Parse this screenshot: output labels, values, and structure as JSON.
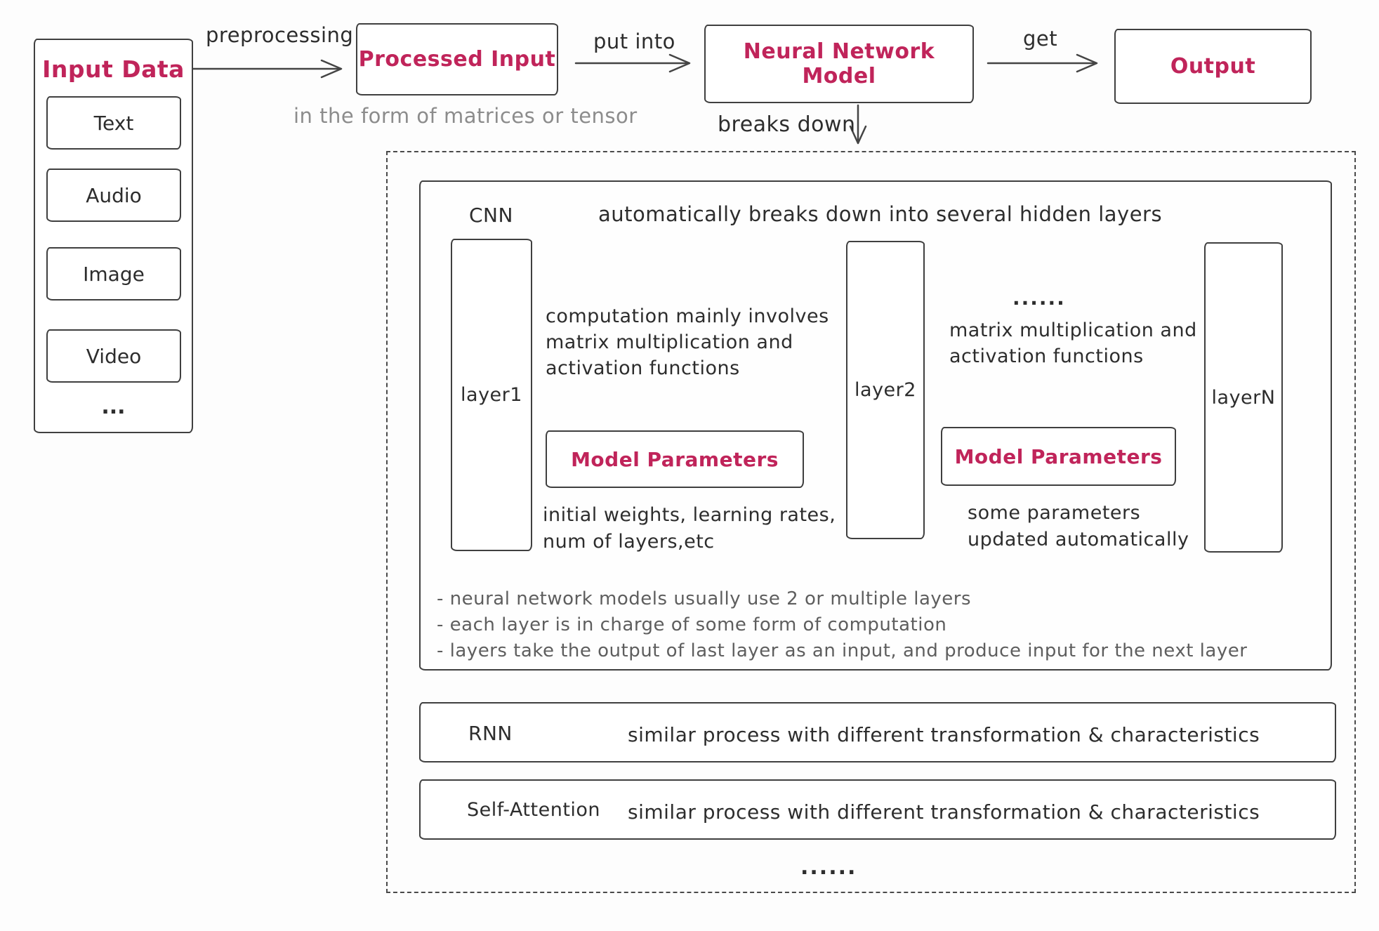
{
  "colors": {
    "accent": "#c0245a",
    "ink": "#2d2d2d",
    "muted": "#8c8c8c",
    "notes_gray": "#5e5e5e",
    "stroke": "#3f3f3f"
  },
  "pipeline": {
    "input_data": {
      "title": "Input Data",
      "items": [
        "Text",
        "Audio",
        "Image",
        "Video"
      ],
      "ellipsis": "..."
    },
    "preprocessing_label": "preprocessing",
    "processed_input_title": "Processed Input",
    "processed_input_note": "in the form of matrices or tensor",
    "put_into_label": "put into",
    "model_title": "Neural Network Model",
    "breaks_down_label": "breaks down",
    "get_label": "get",
    "output_title": "Output"
  },
  "breakdown": {
    "cnn": {
      "label": "CNN",
      "heading": "automatically breaks down into several hidden layers",
      "layers": [
        "layer1",
        "layer2",
        "layerN"
      ],
      "stage1": {
        "description": "computation mainly involves\n matrix multiplication and\n activation functions",
        "params_label": "Model Parameters",
        "params_note": "initial weights, learning rates,\n num of layers,etc"
      },
      "stage2": {
        "dots": "......",
        "description": "matrix multiplication and\nactivation functions",
        "params_label": "Model Parameters",
        "params_note": "some parameters\nupdated automatically"
      },
      "notes": [
        "- neural network models usually use 2 or multiple layers",
        "- each layer is in charge of some form of computation",
        "- layers take the output of last layer as an input, and produce input for the next layer"
      ]
    },
    "rnn": {
      "label": "RNN",
      "description": "similar process with different transformation & characteristics"
    },
    "self_attention": {
      "label": "Self-Attention",
      "description": "similar process with different transformation & characteristics"
    },
    "footer_dots": "......"
  }
}
